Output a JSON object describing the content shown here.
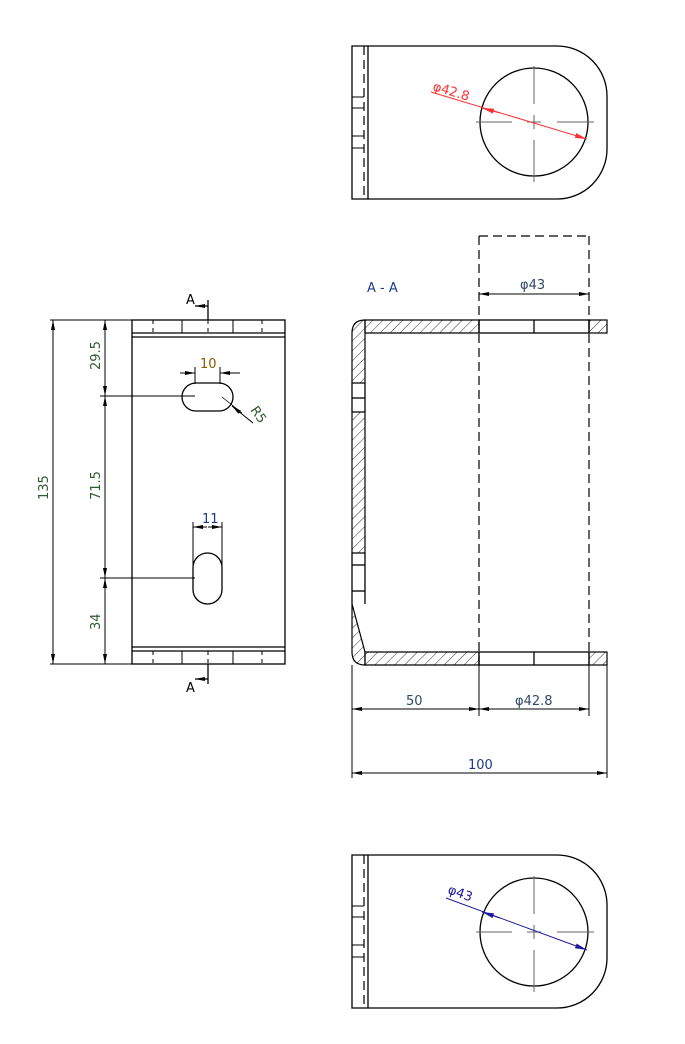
{
  "title": "A - A",
  "section_marker": "A",
  "colors": {
    "line": "#000000",
    "dim_green": "#2e5a2e",
    "dim_blue": "#1a3a8a",
    "red_dim": "#ff3030",
    "blue_dim": "#1a1aa0",
    "orange": "#c87800"
  },
  "front_view": {
    "overall_height": "135",
    "top_offset": "29.5",
    "slot_spacing": "71.5",
    "bottom_offset": "34",
    "slot1_width": "10",
    "slot2_width": "11",
    "slot_radius": "R5"
  },
  "section_view": {
    "hole_diameter_top": "φ43",
    "left_length": "50",
    "hole_diameter_bottom": "φ42.8",
    "total_length": "100"
  },
  "top_view": {
    "hole_diameter": "φ42.8"
  },
  "bottom_view": {
    "hole_diameter": "φ43"
  }
}
